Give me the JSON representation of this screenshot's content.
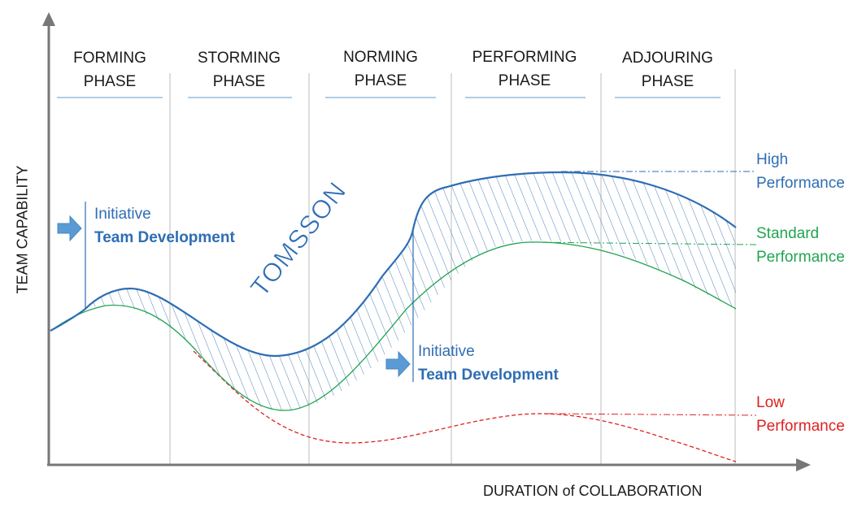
{
  "diagram": {
    "y_axis_label": "TEAM CAPABILITY",
    "x_axis_label": "DURATION of COLLABORATION",
    "phases": [
      {
        "line1": "FORMING",
        "line2": "PHASE"
      },
      {
        "line1": "STORMING",
        "line2": "PHASE"
      },
      {
        "line1": "NORMING",
        "line2": "PHASE"
      },
      {
        "line1": "PERFORMING",
        "line2": "PHASE"
      },
      {
        "line1": "ADJOURING",
        "line2": "PHASE"
      }
    ],
    "levels": {
      "high": {
        "line1": "High",
        "line2": "Performance"
      },
      "standard": {
        "line1": "Standard",
        "line2": "Performance"
      },
      "low": {
        "line1": "Low",
        "line2": "Performance"
      }
    },
    "initiatives": [
      {
        "line1": "Initiative",
        "line2": "Team Development"
      },
      {
        "line1": "Initiative",
        "line2": "Team Development"
      }
    ],
    "curve_label": "TOMSSON"
  },
  "colors": {
    "high": "#2e6db4",
    "standard": "#21a452",
    "low": "#e02020",
    "axis": "#777777",
    "hatch": "#4f82b8",
    "arrow": "#5b9bd5"
  },
  "icons": [
    "right-arrow-icon",
    "right-arrow-icon"
  ]
}
